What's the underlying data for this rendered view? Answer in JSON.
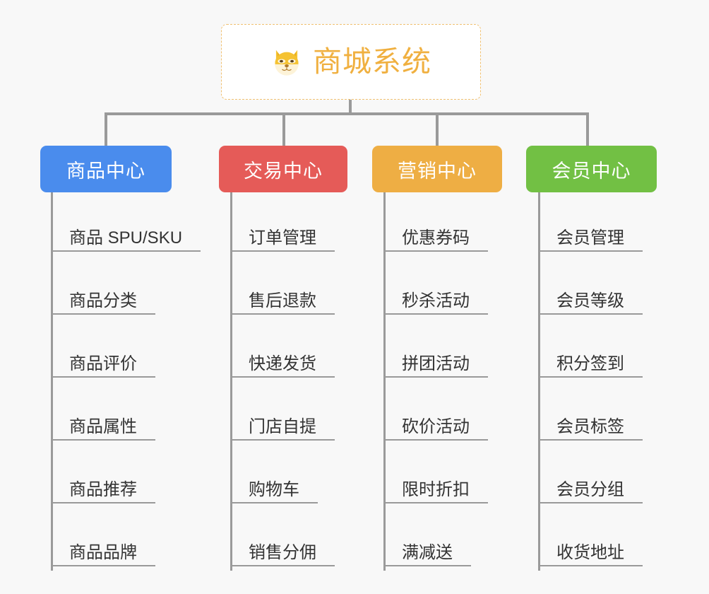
{
  "page": {
    "background_color": "#f8f8f8",
    "type": "mind-map"
  },
  "root": {
    "title": "商城系统",
    "icon": "shiba-dog-face-icon",
    "text_color": "#f0b040",
    "border_color": "#f0c070",
    "background_color": "#ffffff"
  },
  "categories": [
    {
      "label": "商品中心",
      "color": "#4a8ced",
      "items": [
        "商品 SPU/SKU",
        "商品分类",
        "商品评价",
        "商品属性",
        "商品推荐",
        "商品品牌"
      ]
    },
    {
      "label": "交易中心",
      "color": "#e55b58",
      "items": [
        "订单管理",
        "售后退款",
        "快递发货",
        "门店自提",
        "购物车",
        "销售分佣"
      ]
    },
    {
      "label": "营销中心",
      "color": "#eeae44",
      "items": [
        "优惠券码",
        "秒杀活动",
        "拼团活动",
        "砍价活动",
        "限时折扣",
        "满减送"
      ]
    },
    {
      "label": "会员中心",
      "color": "#72c044",
      "items": [
        "会员管理",
        "会员等级",
        "积分签到",
        "会员标签",
        "会员分组",
        "收货地址"
      ]
    }
  ],
  "connector": {
    "color": "#9a9a9a"
  }
}
